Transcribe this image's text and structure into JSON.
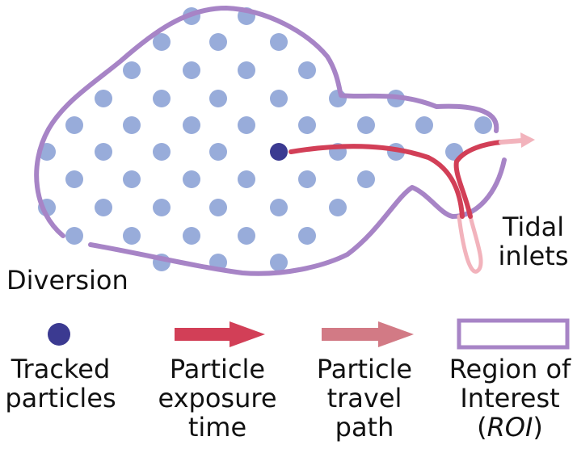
{
  "labels": {
    "diversion": "Diversion",
    "tidal_inlets": [
      "Tidal",
      "inlets"
    ]
  },
  "legend": {
    "tracked_particles": [
      "Tracked",
      "particles"
    ],
    "exposure_time": [
      "Particle",
      "exposure",
      "time"
    ],
    "travel_path": [
      "Particle",
      "travel",
      "path"
    ],
    "roi": [
      "Region of",
      "Interest"
    ],
    "roi_abbrev": "ROI"
  },
  "colors": {
    "boundary": "#a784c6",
    "particles": "#98acda",
    "tracked": "#3b3a91",
    "exposure": "#d23f57",
    "travel": "#d27a85",
    "travel_light": "#f2b3bc"
  }
}
